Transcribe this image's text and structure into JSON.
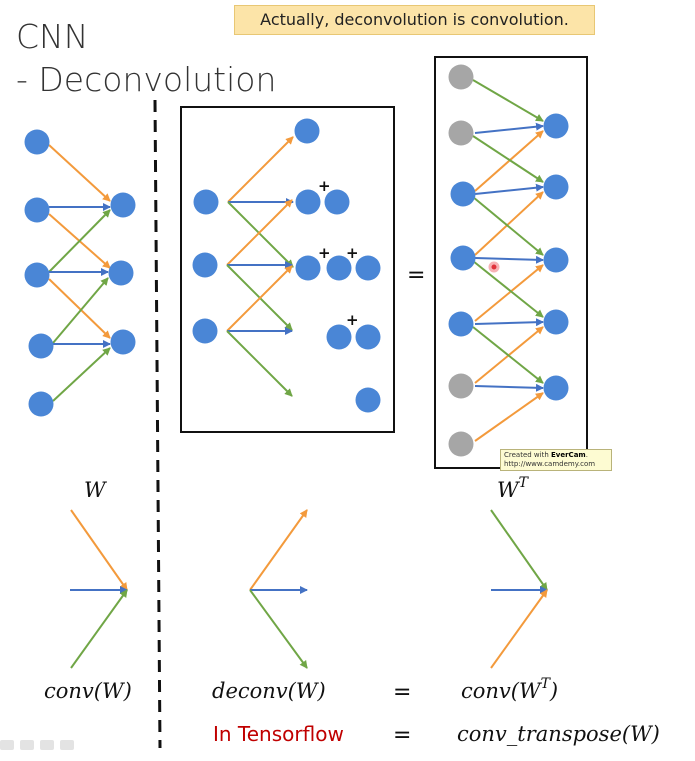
{
  "title": {
    "main": "CNN",
    "sub": "- Deconvolution"
  },
  "callout": "Actually, deconvolution is convolution.",
  "colors": {
    "node": "#4a86d6",
    "node_inactive": "#a6a6a6",
    "arrow_up": "#f39a3c",
    "arrow_mid": "#4472c4",
    "arrow_down": "#70a646",
    "highlight": "#e0313a"
  },
  "labels": {
    "w": "W",
    "wt_base": "W",
    "wt_sup": "T",
    "conv_w": "conv(W)",
    "deconv_w": "deconv(W)",
    "conv_wt": "conv(W",
    "conv_wt_sup": "T",
    "conv_wt_close": ")",
    "equals_1": "=",
    "equals_2": "=",
    "equals_box": "=",
    "plus": "+",
    "in_tensorflow": "In Tensorflow",
    "conv_transpose": "conv_transpose(W)"
  },
  "watermark": {
    "line1_prefix": "Created with ",
    "line1_brand": "EverCam",
    "line1_suffix": ".",
    "line2": "http://www.camdemy.com"
  },
  "icons": [
    "play-icon",
    "pen-icon",
    "menu-icon",
    "forward-icon"
  ]
}
